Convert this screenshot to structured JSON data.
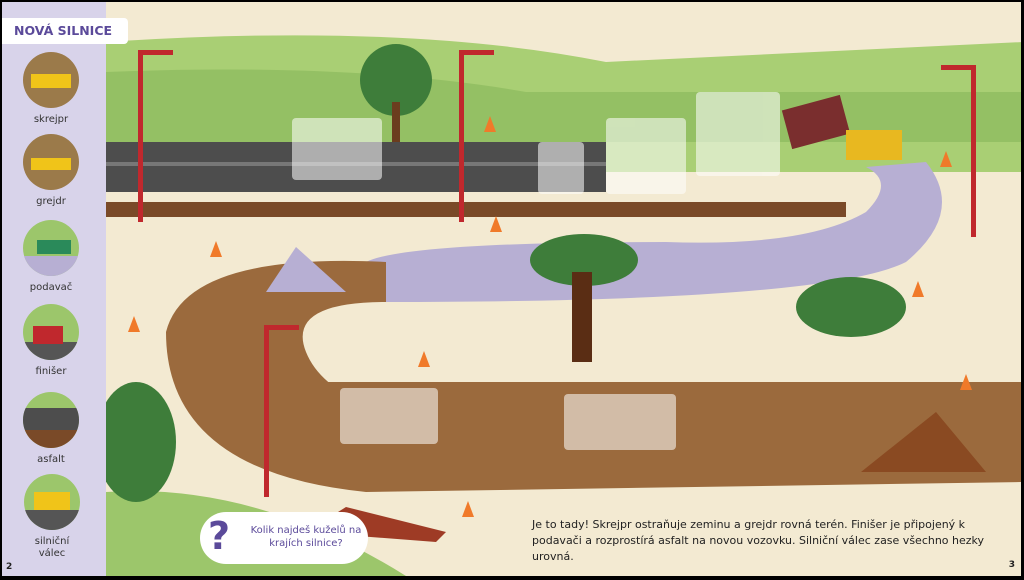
{
  "header": {
    "title": "NOVÁ SILNICE"
  },
  "machines": [
    {
      "label": "skrejpr"
    },
    {
      "label": "grejdr"
    },
    {
      "label": "podavač"
    },
    {
      "label": "finišer"
    },
    {
      "label": "asfalt"
    },
    {
      "label": "silniční válec"
    }
  ],
  "question": {
    "icon": "?",
    "text": "Kolik najdeš kuželů na krajích silnice?"
  },
  "body_text": "Je to tady! Skrejpr ostraňuje zeminu a grejdr rovná terén. Finišer je připojený k podavači a rozprostírá asfalt na novou vozovku. Silniční válec zase všechno hezky urovná.",
  "page_numbers": {
    "left": "2",
    "right": "3"
  },
  "colors": {
    "accent": "#5b4a9a",
    "sidebar": "#d8d3ea",
    "grass": "#9cc66b",
    "dirt": "#8a5a32",
    "asphalt": "#4a4a4a"
  }
}
